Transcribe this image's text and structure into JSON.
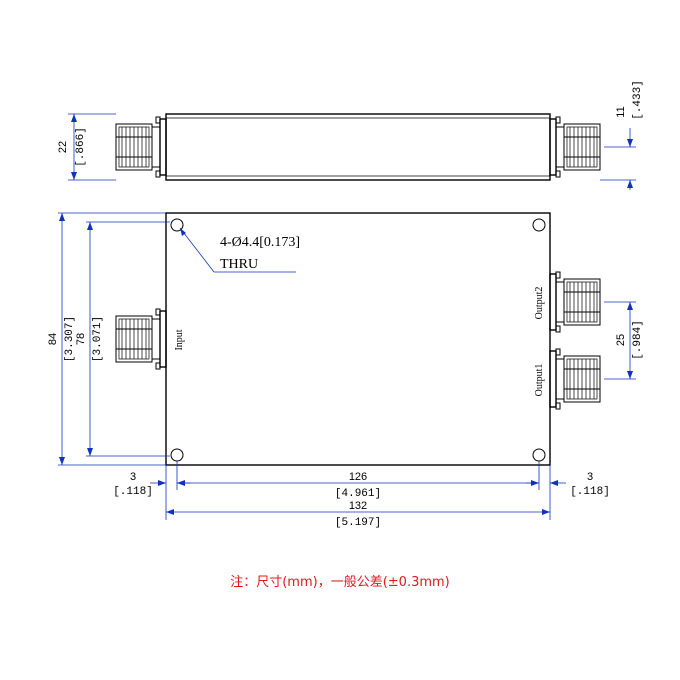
{
  "top_view": {
    "height_dim": {
      "mm": "22",
      "inch": "[.866]"
    },
    "connector_offset_dim": {
      "mm": "11",
      "inch": "[.433]"
    }
  },
  "front_view": {
    "hole_callout": {
      "line1": "4-Ø4.4[0.173]",
      "line2": "THRU"
    },
    "port_labels": {
      "input": "Input",
      "output1": "Output1",
      "output2": "Output2"
    },
    "height_outer_dim": {
      "mm": "84",
      "inch": "[3.307]"
    },
    "height_inner_dim": {
      "mm": "78",
      "inch": "[3.071]"
    },
    "port_spacing_dim": {
      "mm": "25",
      "inch": "[.984]"
    },
    "left_margin_dim": {
      "mm": "3",
      "inch": "[.118]"
    },
    "right_margin_dim": {
      "mm": "3",
      "inch": "[.118]"
    },
    "hole_spacing_dim": {
      "mm": "126",
      "inch": "[4.961]"
    },
    "length_dim": {
      "mm": "132",
      "inch": "[5.197]"
    }
  },
  "note": "注：尺寸(mm)，一般公差(±0.3mm)",
  "colors": {
    "dimension": "#1133bb",
    "note": "#e0191e",
    "outline": "#000000"
  }
}
